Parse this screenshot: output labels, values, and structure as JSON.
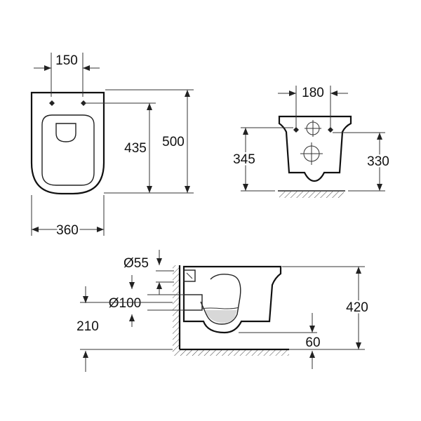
{
  "dimensions": {
    "top_width_holes": "150",
    "top_length_inner": "435",
    "top_length_total": "500",
    "top_width_total": "360",
    "front_holes_spacing": "180",
    "front_height_left": "345",
    "front_height_right": "330",
    "side_inlet_diameter": "Ø55",
    "side_outlet_diameter": "Ø100",
    "side_outlet_height": "210",
    "side_height_total": "420",
    "side_outlet_offset": "60"
  }
}
